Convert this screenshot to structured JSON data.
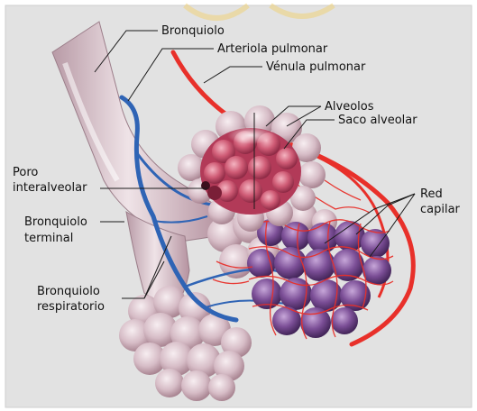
{
  "labels": {
    "bronquiolo": "Bronquiolo",
    "arteriola": "Arteriola pulmonar",
    "venula": "Vénula pulmonar",
    "alveolos": "Alveolos",
    "saco": "Saco alveolar",
    "poro_1": "Poro",
    "poro_2": "interalveolar",
    "red_1": "Red",
    "red_2": "capilar",
    "terminal_1": "Bronquiolo",
    "terminal_2": "terminal",
    "respiratorio_1": "Bronquiolo",
    "respiratorio_2": "respiratorio"
  },
  "colors": {
    "background": "#e2e2e2",
    "bronchiole": "#e6d3d9",
    "artery": "#2f64b5",
    "vein": "#e8302a",
    "alveoli_pink": "#c9566e",
    "alveoli_purple": "#7b4e96",
    "watermark": "#f0d27a"
  }
}
